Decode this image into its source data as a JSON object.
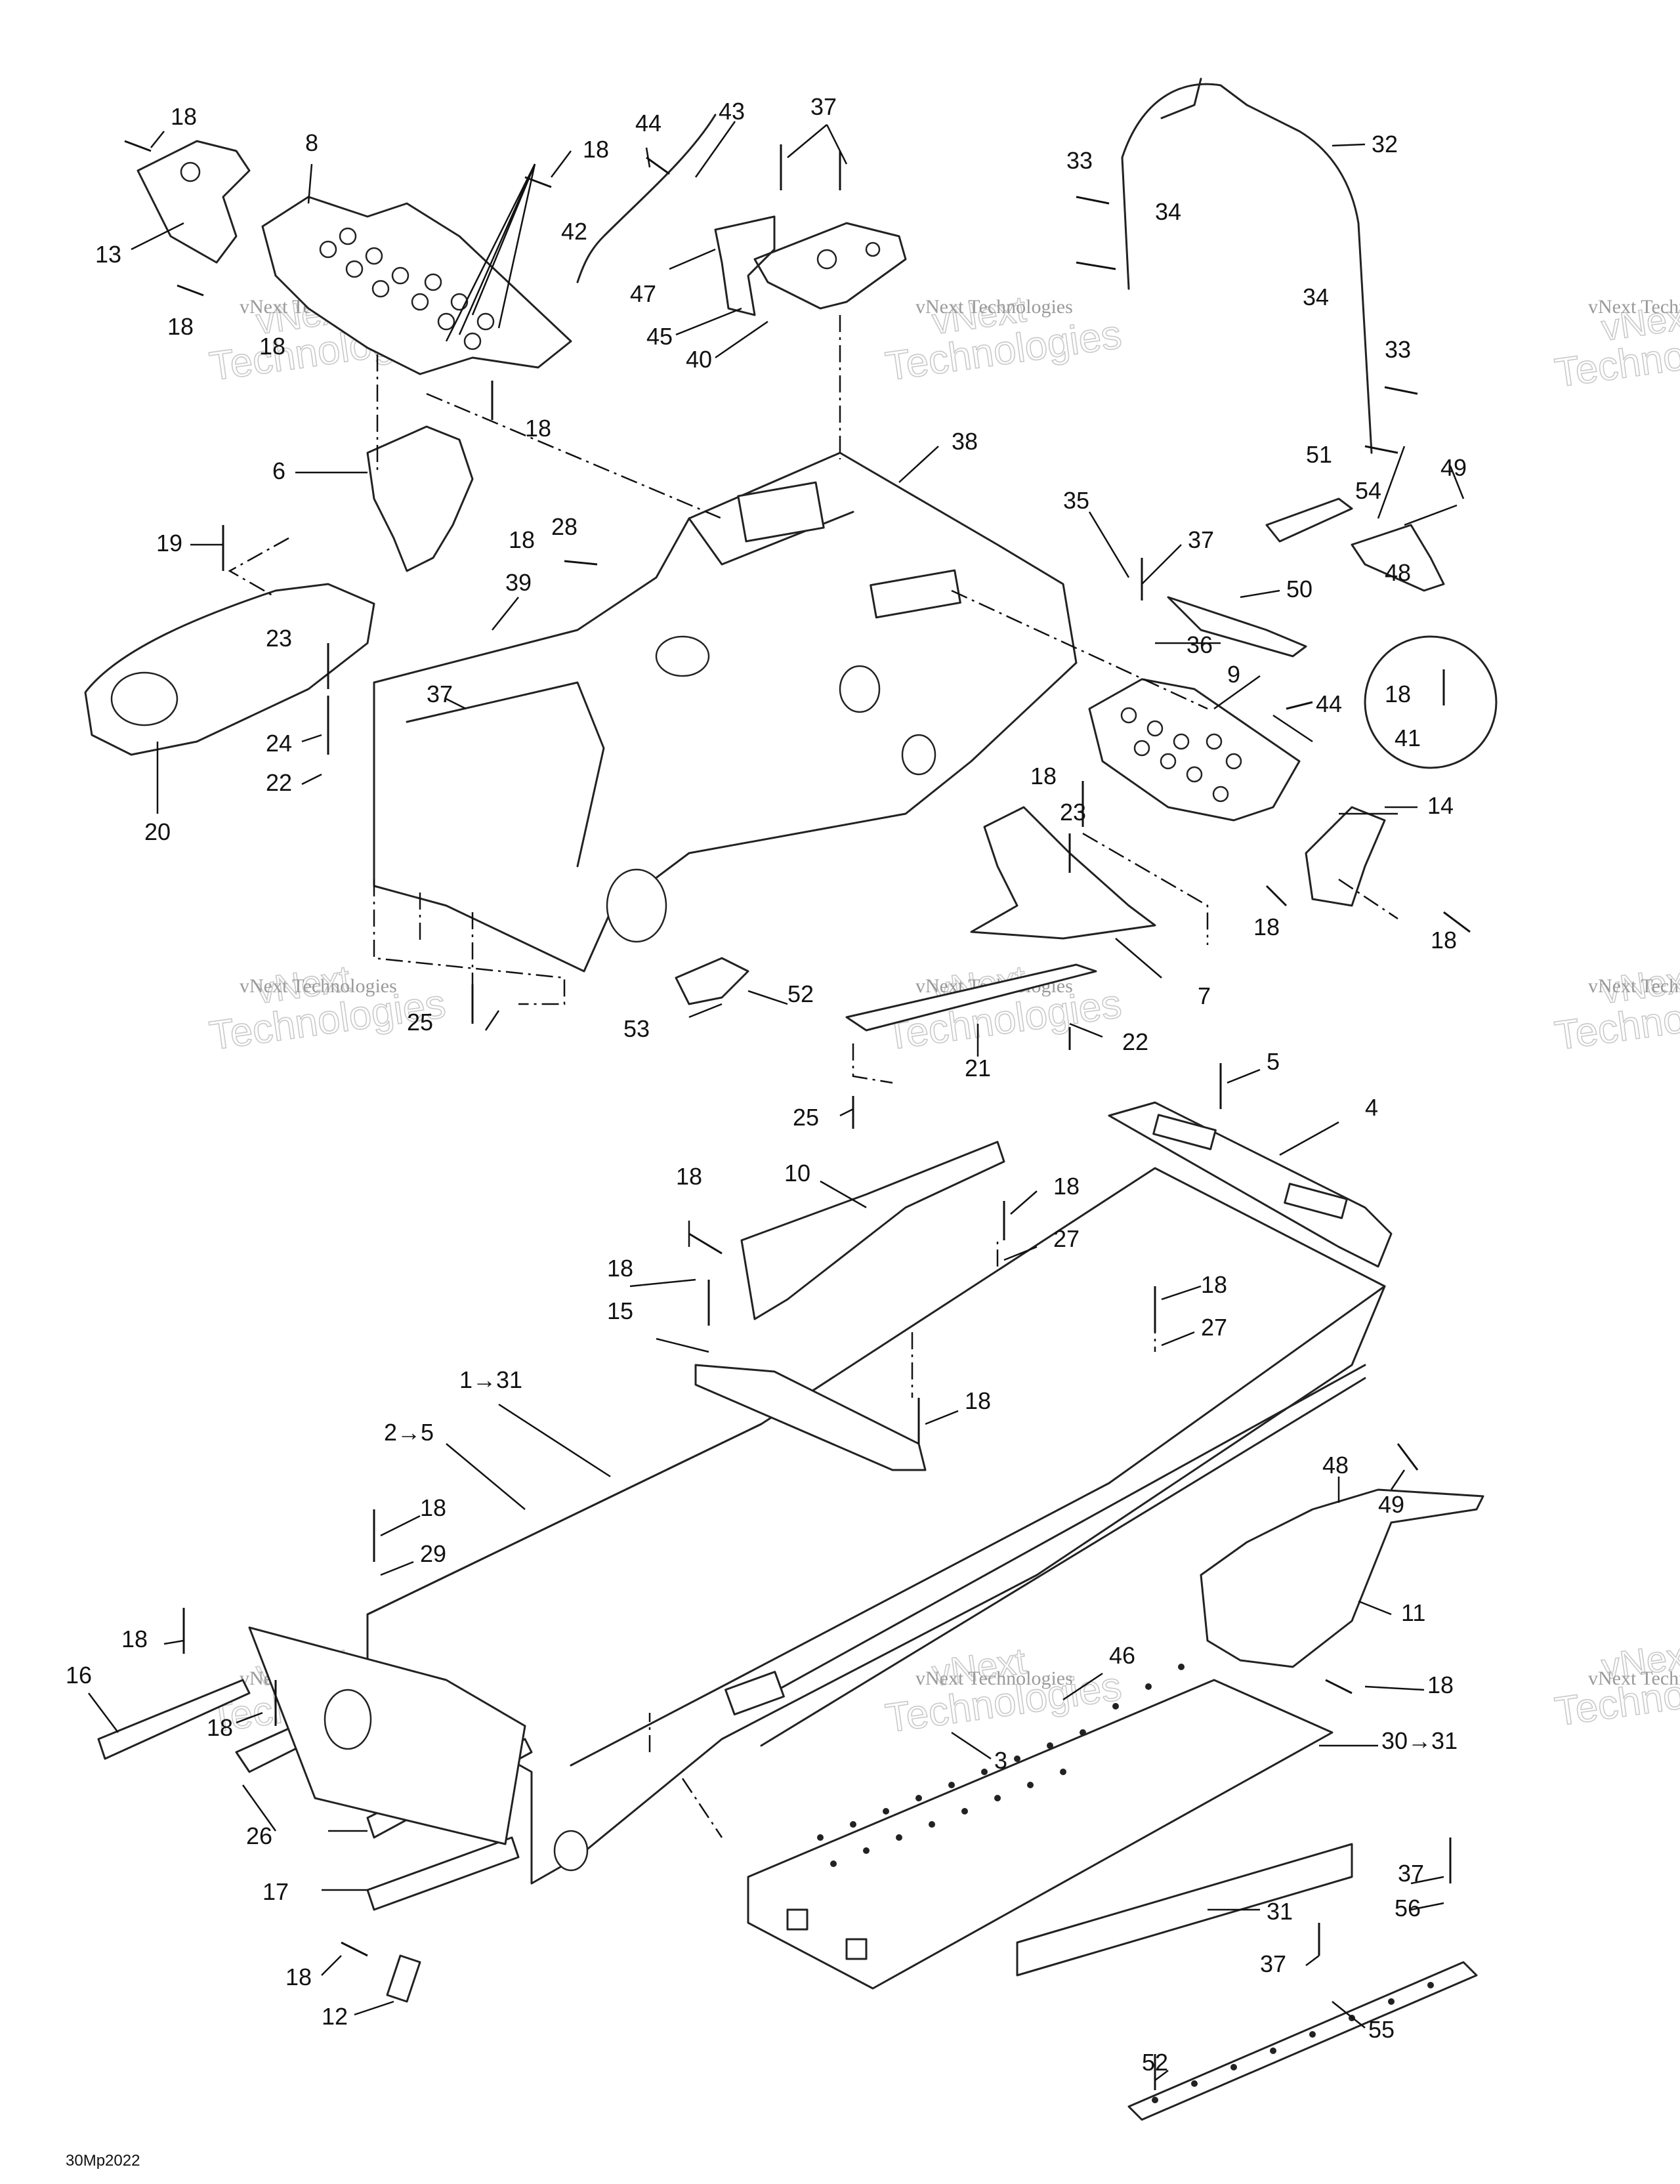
{
  "diagram": {
    "figure_code": "30Mp2022",
    "watermark": {
      "line1": "vNext",
      "line2": "Technologies",
      "caption": "vNext Technologies"
    },
    "callouts": [
      "18",
      "44",
      "43",
      "37",
      "32",
      "8",
      "18",
      "33",
      "34",
      "13",
      "42",
      "47",
      "18",
      "18",
      "45",
      "40",
      "34",
      "33",
      "18",
      "6",
      "51",
      "49",
      "38",
      "54",
      "19",
      "18",
      "28",
      "35",
      "37",
      "48",
      "39",
      "50",
      "23",
      "36",
      "9",
      "18",
      "41",
      "37",
      "44",
      "24",
      "22",
      "20",
      "18",
      "14",
      "23",
      "18",
      "18",
      "7",
      "25",
      "52",
      "53",
      "21",
      "22",
      "25",
      "5",
      "4",
      "10",
      "18",
      "18",
      "27",
      "18",
      "15",
      "18",
      "27",
      "1→31",
      "2→5",
      "18",
      "48",
      "49",
      "18",
      "29",
      "11",
      "18",
      "16",
      "46",
      "18",
      "18",
      "30→31",
      "26",
      "3",
      "17",
      "31",
      "18",
      "12",
      "37",
      "56",
      "37",
      "55",
      "52"
    ]
  }
}
